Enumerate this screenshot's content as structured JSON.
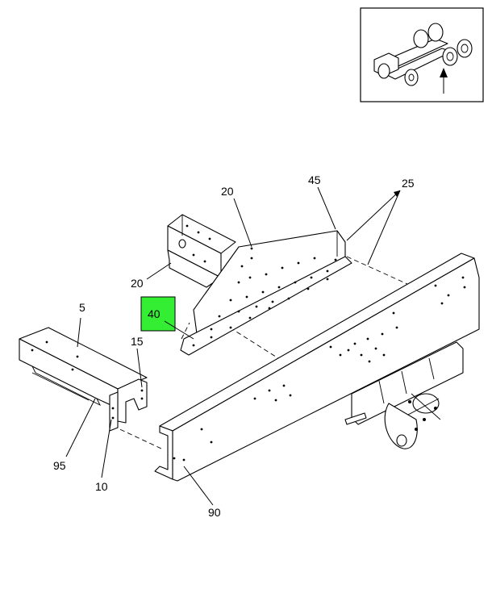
{
  "diagram": {
    "callouts": {
      "c20a": "20",
      "c45": "45",
      "c25": "25",
      "c20b": "20",
      "c5": "5",
      "c40": "40",
      "c15": "15",
      "c95": "95",
      "c10": "10",
      "c90": "90"
    },
    "highlight_color": "#33ee33",
    "highlighted_callout": "40"
  }
}
